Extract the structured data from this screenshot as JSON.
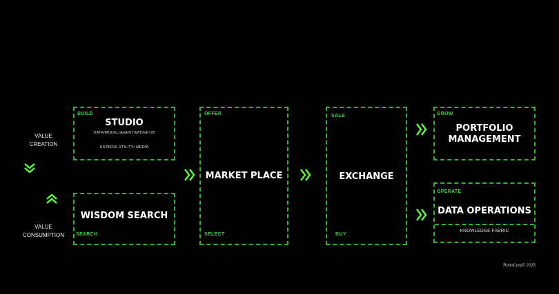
{
  "left": {
    "value_creation": "VALUE\nCREATION",
    "value_consumption": "VALUE\nCONSUMPTION"
  },
  "studio": {
    "tag": "BUILD",
    "title": "STUDIO",
    "line1": "DATA/MODEL/AGENT/WIDGET/B",
    "line2": "USINESS UTILITY/ MEDIA"
  },
  "wisdom": {
    "tag": "SEARCH",
    "title": "WISDOM SEARCH"
  },
  "market": {
    "tag_top": "OFFER",
    "tag_bottom": "SELECT",
    "title": "MARKET PLACE"
  },
  "exchange": {
    "tag_top": "SALE",
    "tag_bottom": "BUY",
    "title": "EXCHANGE"
  },
  "portfolio": {
    "tag": "GROW",
    "title": "PORTFOLIO\nMANAGEMENT"
  },
  "dataops": {
    "tag": "OPERATE",
    "title": "DATA OPERATIONS",
    "sub": "KNOWLEDGE FABRIC"
  },
  "footer": "RoboCorp© 2025",
  "colors": {
    "accent": "#2fb52f",
    "bright": "#5cff3a",
    "background": "#000000"
  }
}
